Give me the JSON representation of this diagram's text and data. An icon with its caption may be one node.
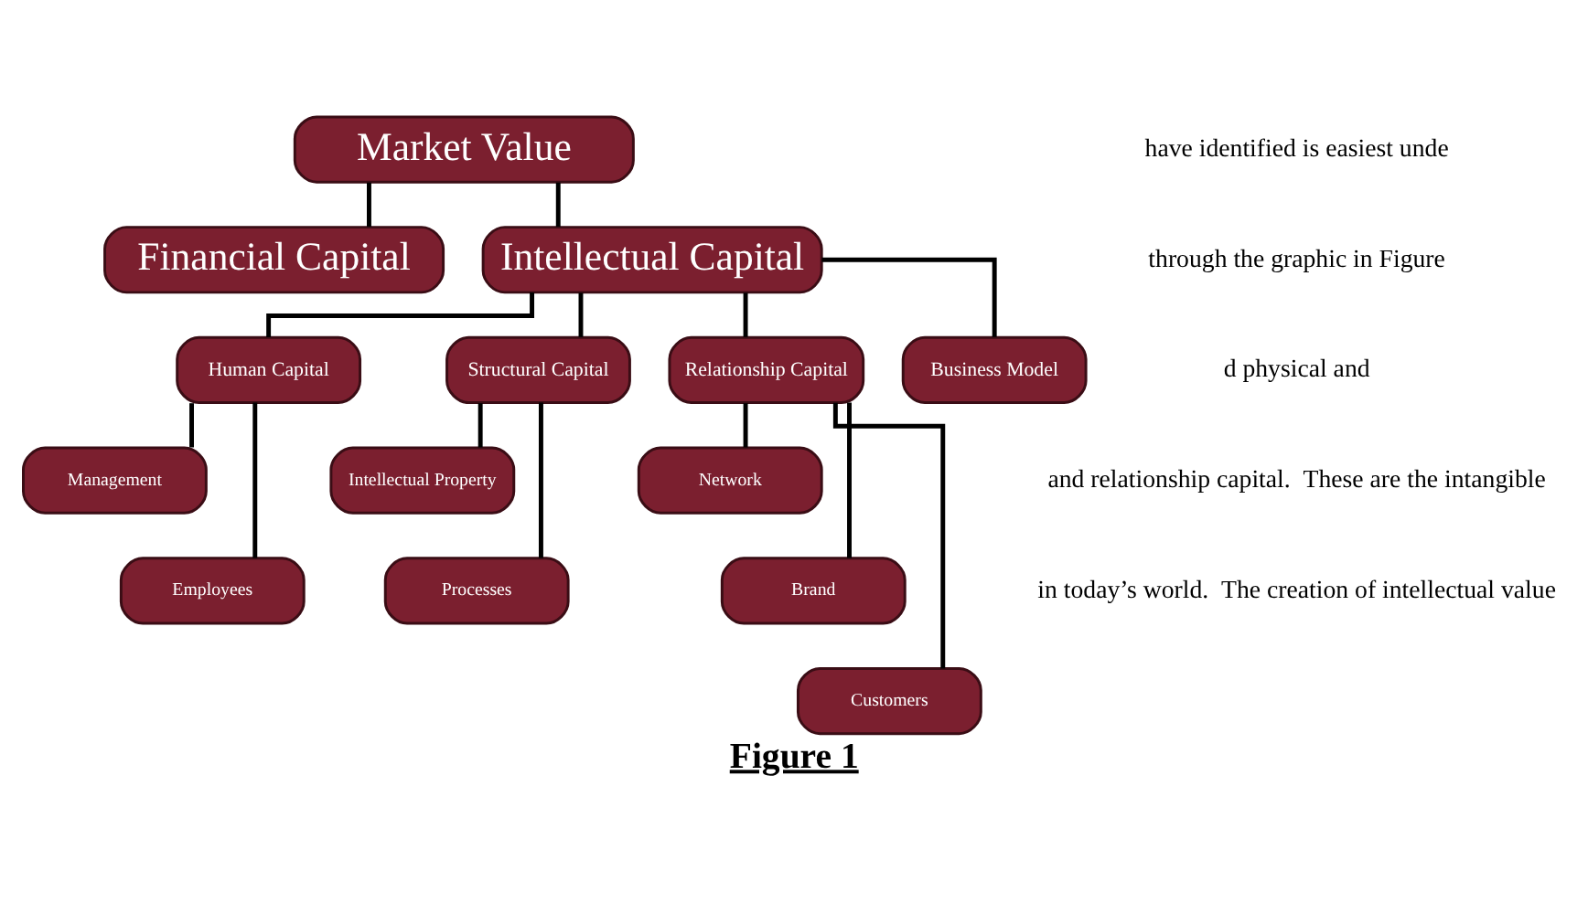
{
  "diagram": {
    "caption": "Figure 1",
    "nodes": [
      {
        "text": [
          "Market Value"
        ]
      },
      {
        "text": [
          "Financial Capital"
        ]
      },
      {
        "text": [
          "Intellectual Capital"
        ]
      },
      {
        "text": [
          "Human Capital"
        ]
      },
      {
        "text": [
          "Structural Capital"
        ]
      },
      {
        "text": [
          "Relationship Capital"
        ]
      },
      {
        "text": [
          "Business Model"
        ]
      },
      {
        "text": [
          "Management"
        ]
      },
      {
        "text": [
          "Employees"
        ]
      },
      {
        "text": [
          "Intellectual Property"
        ]
      },
      {
        "text": [
          "Processes"
        ]
      },
      {
        "text": [
          "Network"
        ]
      },
      {
        "text": [
          "Brand"
        ]
      },
      {
        "text": [
          "Customers"
        ]
      }
    ],
    "edges": [
      {
        "from": 0,
        "to": 1,
        "arrow": "none"
      },
      {
        "from": 0,
        "to": 2,
        "arrow": "none"
      },
      {
        "from": 2,
        "to": 3,
        "arrow": "none"
      },
      {
        "from": 2,
        "to": 4,
        "arrow": "none"
      },
      {
        "from": 2,
        "to": 5,
        "arrow": "none"
      },
      {
        "from": 2,
        "to": 6,
        "arrow": "none"
      },
      {
        "from": 3,
        "to": 7,
        "arrow": "none"
      },
      {
        "from": 3,
        "to": 8,
        "arrow": "none"
      },
      {
        "from": 4,
        "to": 9,
        "arrow": "none"
      },
      {
        "from": 4,
        "to": 10,
        "arrow": "none"
      },
      {
        "from": 5,
        "to": 11,
        "arrow": "none"
      },
      {
        "from": 5,
        "to": 12,
        "arrow": "none"
      },
      {
        "from": 5,
        "to": 13,
        "arrow": "none"
      }
    ],
    "labels": [
      "have identified is easiest unde",
      "through the graphic in Figure",
      "d physical and",
      "and relationship capital.  These are the intangible",
      "in today’s world.  The creation of intellectual value"
    ]
  }
}
